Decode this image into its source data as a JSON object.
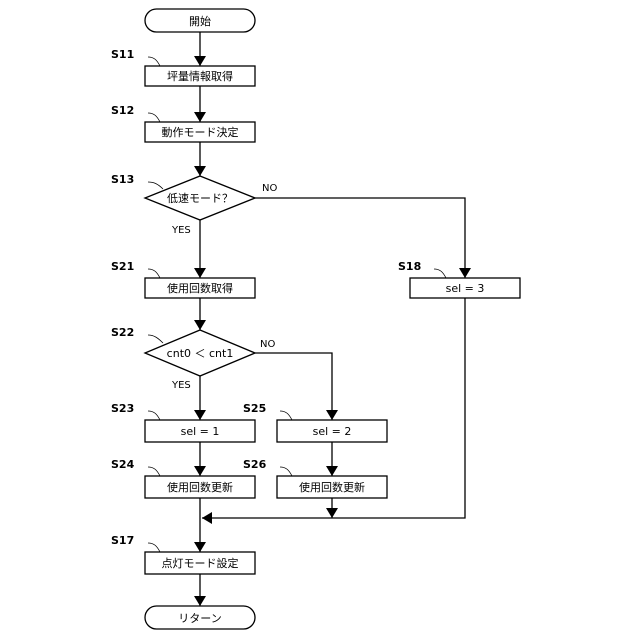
{
  "nodes": {
    "start": "開始",
    "s11": "坪量情報取得",
    "s12": "動作モード決定",
    "s13": "低速モード？",
    "s21": "使用回数取得",
    "s22": "cnt0 ＜ cnt1",
    "s23": "sel = 1",
    "s24": "使用回数更新",
    "s25": "sel = 2",
    "s26": "使用回数更新",
    "s18": "sel = 3",
    "s17": "点灯モード設定",
    "end": "リターン"
  },
  "steps": {
    "s11": "S11",
    "s12": "S12",
    "s13": "S13",
    "s21": "S21",
    "s22": "S22",
    "s23": "S23",
    "s24": "S24",
    "s25": "S25",
    "s26": "S26",
    "s18": "S18",
    "s17": "S17"
  },
  "branches": {
    "s13_no": "NO",
    "s13_yes": "YES",
    "s22_no": "NO",
    "s22_yes": "YES"
  }
}
